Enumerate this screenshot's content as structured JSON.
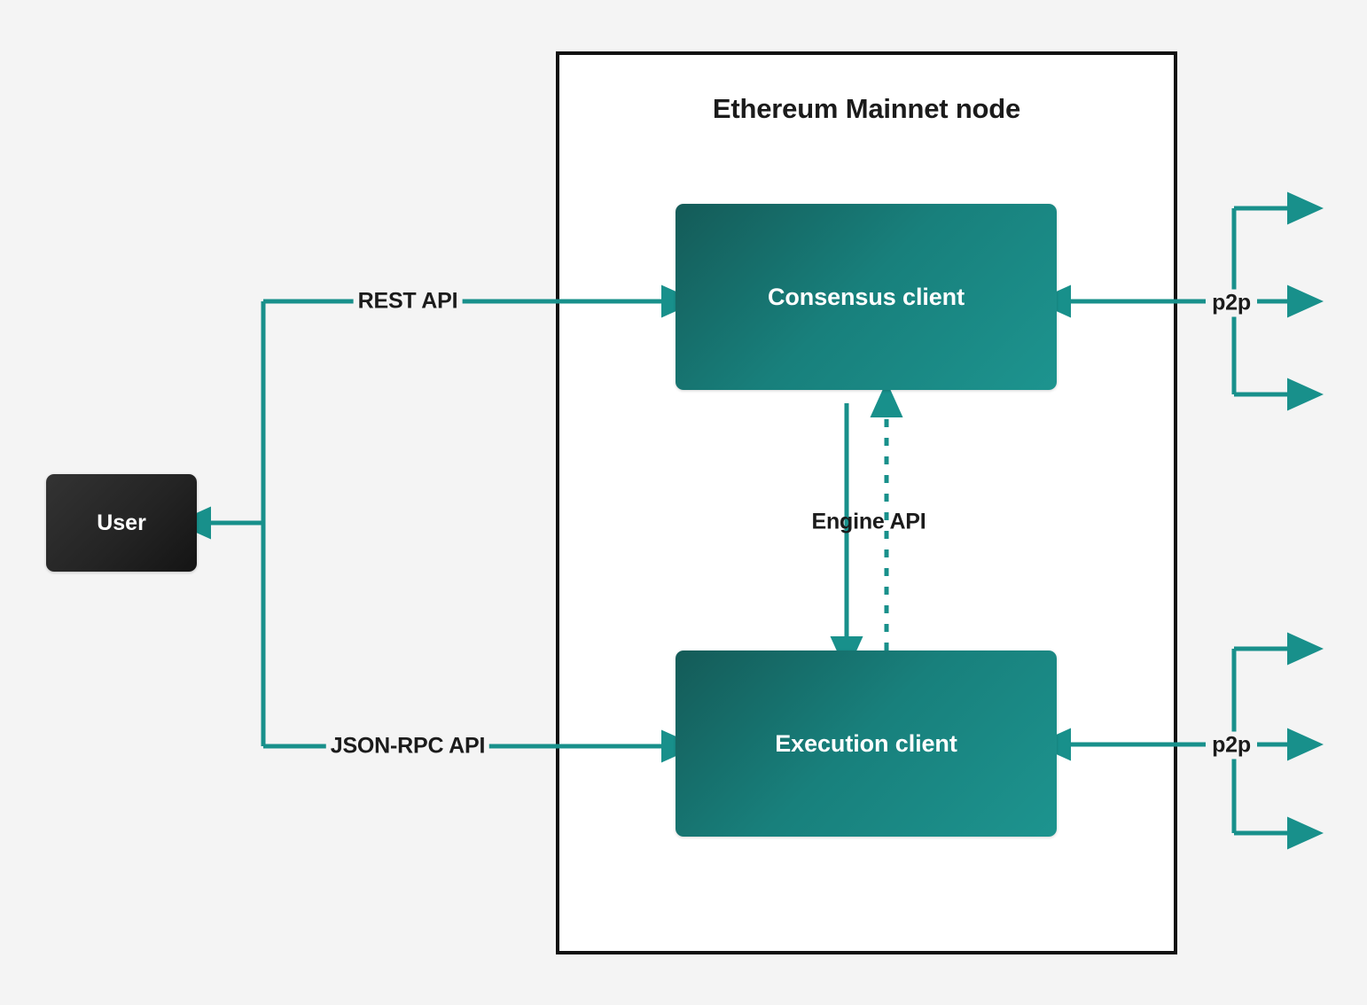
{
  "diagram": {
    "title": "Ethereum Mainnet node",
    "background_color": "#f4f4f4",
    "accent_color": "#18908b",
    "node_border_color": "#111111",
    "node_fill_color": "#ffffff"
  },
  "nodes": {
    "user": {
      "label": "User",
      "fill_from": "#333333",
      "fill_to": "#141414",
      "text_color": "#ffffff"
    },
    "consensus_client": {
      "label": "Consensus client",
      "fill_from": "#145b58",
      "fill_to": "#1d948f",
      "text_color": "#ffffff"
    },
    "execution_client": {
      "label": "Execution client",
      "fill_from": "#145b58",
      "fill_to": "#1d948f",
      "text_color": "#ffffff"
    }
  },
  "edges": {
    "rest_api": {
      "label": "REST API",
      "style": "solid",
      "direction": "user-to-consensus"
    },
    "jsonrpc_api": {
      "label": "JSON-RPC API",
      "style": "solid",
      "direction": "user-to-execution"
    },
    "engine_api": {
      "label": "Engine API",
      "style": "solid-down-dotted-up",
      "direction": "bidirectional"
    },
    "p2p_consensus": {
      "label": "p2p",
      "style": "solid",
      "direction": "bidirectional"
    },
    "p2p_execution": {
      "label": "p2p",
      "style": "solid",
      "direction": "bidirectional"
    }
  }
}
